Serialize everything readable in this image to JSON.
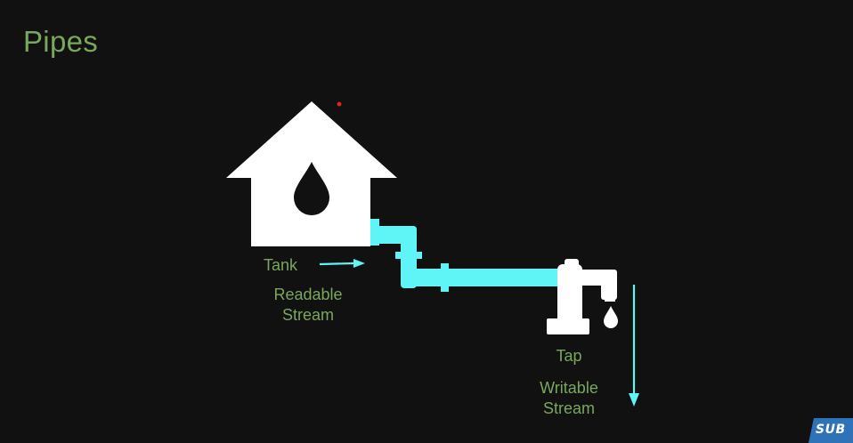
{
  "title": "Pipes",
  "nodes": {
    "tank": {
      "label": "Tank",
      "caption": "Readable\nStream"
    },
    "tap": {
      "label": "Tap",
      "caption": "Writable\nStream"
    }
  },
  "colors": {
    "background": "#111111",
    "text_green": "#79a85d",
    "pipe_cyan": "#5ff5f7",
    "icon_white": "#ffffff",
    "laser_dot": "#e0241b",
    "badge_blue": "#2e73b8"
  },
  "icons": {
    "tank": "house-with-water-drop-icon",
    "tap": "faucet-icon",
    "drop": "water-drop-icon"
  },
  "badge": {
    "text": "SUB"
  }
}
